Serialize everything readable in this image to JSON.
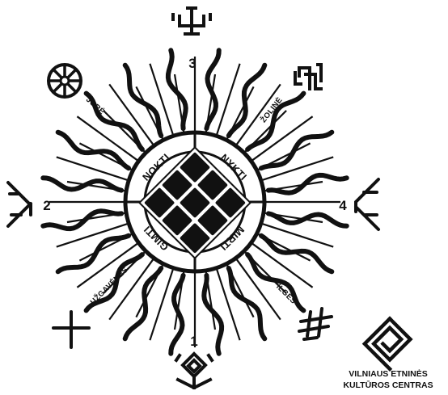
{
  "center_ring_words": [
    "NOKTI",
    "NYKTI",
    "MIRTI",
    "GIMTI"
  ],
  "holidays": {
    "jore": "JORĖ",
    "zoline": "ŽOLINĖ",
    "uzgavenes": "UŽGAVĖNĖS",
    "ilges": "ILGĖS"
  },
  "season_numbers": {
    "top": "3",
    "left": "2",
    "right": "4",
    "bottom": "1"
  },
  "logo": {
    "line1": "VILNIAUS ETNINĖS",
    "line2": "KULTŪROS CENTRAS"
  },
  "colors": {
    "ink": "#111111",
    "background": "#ffffff"
  }
}
